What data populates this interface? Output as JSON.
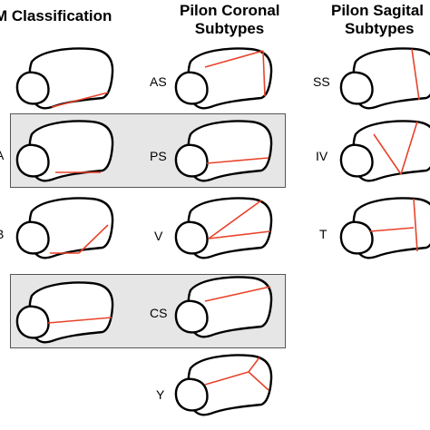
{
  "headings": {
    "col1": "M Classification",
    "col2_line1": "Pilon Coronal",
    "col2_line2": "Subtypes",
    "col3_line1": "Pilon Sagital",
    "col3_line2": "Subtypes"
  },
  "col1_labels": [
    "A",
    "B"
  ],
  "coronal_labels": [
    "AS",
    "PS",
    "V",
    "CS",
    "Y"
  ],
  "sagittal_labels": [
    "SS",
    "IV",
    "T"
  ],
  "colors": {
    "fracture_line": "#e8432b",
    "outline": "#000000",
    "box_fill": "#e6e6e6"
  }
}
